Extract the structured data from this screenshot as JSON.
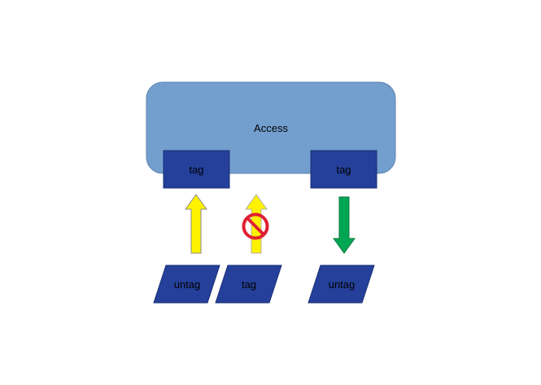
{
  "container": {
    "label": "Access",
    "color": "#739fcf",
    "border_color": "#5b82ad"
  },
  "ports": {
    "left_label": "tag",
    "right_label": "tag",
    "color": "#24409a",
    "border_color": "#1a2f75"
  },
  "frames": {
    "left_label": "untag",
    "middle_label": "tag",
    "right_label": "untag",
    "color": "#24409a",
    "border_color": "#1a2f75"
  },
  "arrows": {
    "left": {
      "direction": "up",
      "color": "#fff200"
    },
    "middle": {
      "direction": "up",
      "color": "#fff200",
      "blocked": true
    },
    "right": {
      "direction": "down",
      "color": "#00a651"
    }
  },
  "blocked_symbol": {
    "icon": "prohibited-icon",
    "color": "#e02030"
  }
}
